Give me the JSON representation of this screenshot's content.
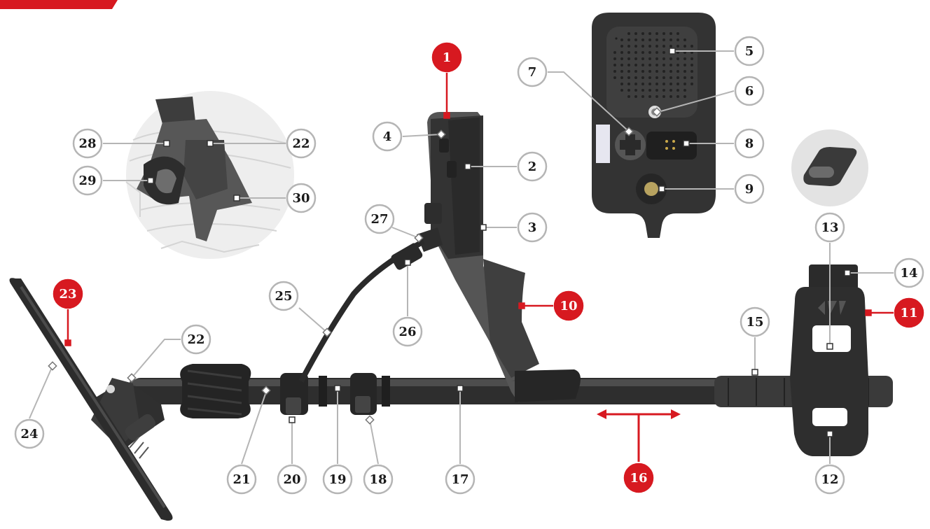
{
  "diagram": {
    "callouts": [
      {
        "n": "1",
        "red": true
      },
      {
        "n": "2"
      },
      {
        "n": "3"
      },
      {
        "n": "4"
      },
      {
        "n": "5"
      },
      {
        "n": "6"
      },
      {
        "n": "7"
      },
      {
        "n": "8"
      },
      {
        "n": "9"
      },
      {
        "n": "10",
        "red": true
      },
      {
        "n": "11",
        "red": true
      },
      {
        "n": "12"
      },
      {
        "n": "13"
      },
      {
        "n": "14"
      },
      {
        "n": "15"
      },
      {
        "n": "16",
        "red": true
      },
      {
        "n": "17"
      },
      {
        "n": "18"
      },
      {
        "n": "19"
      },
      {
        "n": "20"
      },
      {
        "n": "21"
      },
      {
        "n": "22"
      },
      {
        "n": "22"
      },
      {
        "n": "23",
        "red": true
      },
      {
        "n": "24"
      },
      {
        "n": "25"
      },
      {
        "n": "26"
      },
      {
        "n": "27"
      },
      {
        "n": "28"
      },
      {
        "n": "29"
      },
      {
        "n": "30"
      }
    ],
    "colors": {
      "accent": "#d71920",
      "line": "#b5b5b5",
      "dark": "#2f2f2f",
      "mid": "#4a4a4a",
      "light": "#6a6a6a"
    }
  }
}
